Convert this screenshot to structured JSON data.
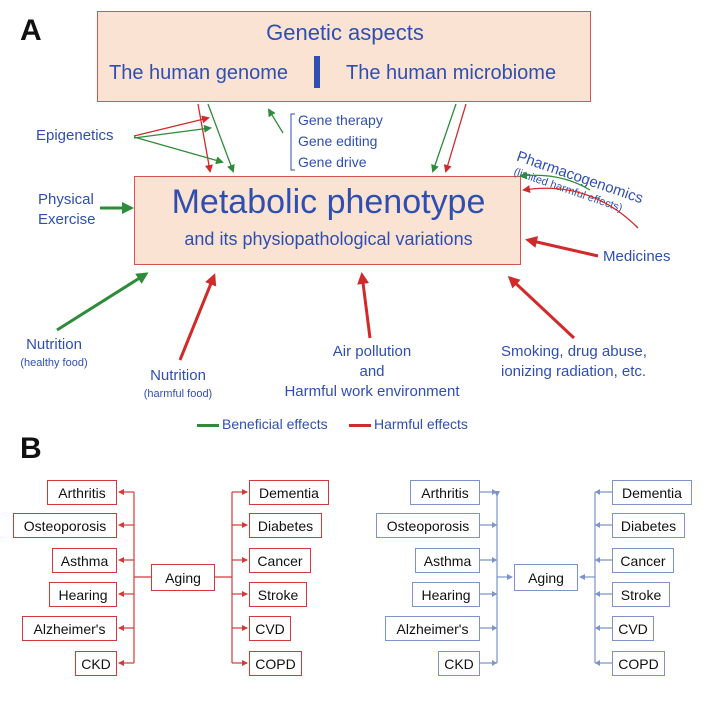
{
  "panel_a": {
    "letter": "A",
    "genetic": {
      "title": "Genetic aspects",
      "left": "The human genome",
      "right": "The human microbiome"
    },
    "center": {
      "title": "Metabolic phenotype",
      "subtitle": "and  its physiopathological variations"
    },
    "epigenetics": "Epigenetics",
    "gene_tools": [
      "Gene therapy",
      "Gene editing",
      "Gene drive"
    ],
    "physical_exercise": [
      "Physical",
      "Exercise"
    ],
    "pharmacogenomics": "Pharmacogenomics",
    "pharmaco_note": "(limited harmful effects)",
    "medicines": "Medicines",
    "nutrition_healthy": {
      "label": "Nutrition",
      "note": "(healthy food)"
    },
    "nutrition_harmful": {
      "label": "Nutrition",
      "note": "(harmful food)"
    },
    "air_pollution": [
      "Air pollution",
      "and",
      "Harmful work environment"
    ],
    "smoking": [
      "Smoking, drug abuse,",
      "ionizing radiation, etc."
    ],
    "legend": {
      "beneficial": "Beneficial effects",
      "harmful": "Harmful effects"
    },
    "colors": {
      "beneficial": "#2e8b3a",
      "harmful": "#d22a2a",
      "text": "#2f4fb0",
      "box_fill": "#fbe3d4"
    }
  },
  "panel_b": {
    "letter": "B",
    "center": "Aging",
    "left_items": [
      "Arthritis",
      "Osteoporosis",
      "Asthma",
      "Hearing",
      "Alzheimer's",
      "CKD"
    ],
    "right_items": [
      "Dementia",
      "Diabetes",
      "Cancer",
      "Stroke",
      "CVD",
      "COPD"
    ],
    "colors": {
      "red_diagram": "#d23a3a",
      "blue_diagram": "#7d93c9"
    }
  }
}
